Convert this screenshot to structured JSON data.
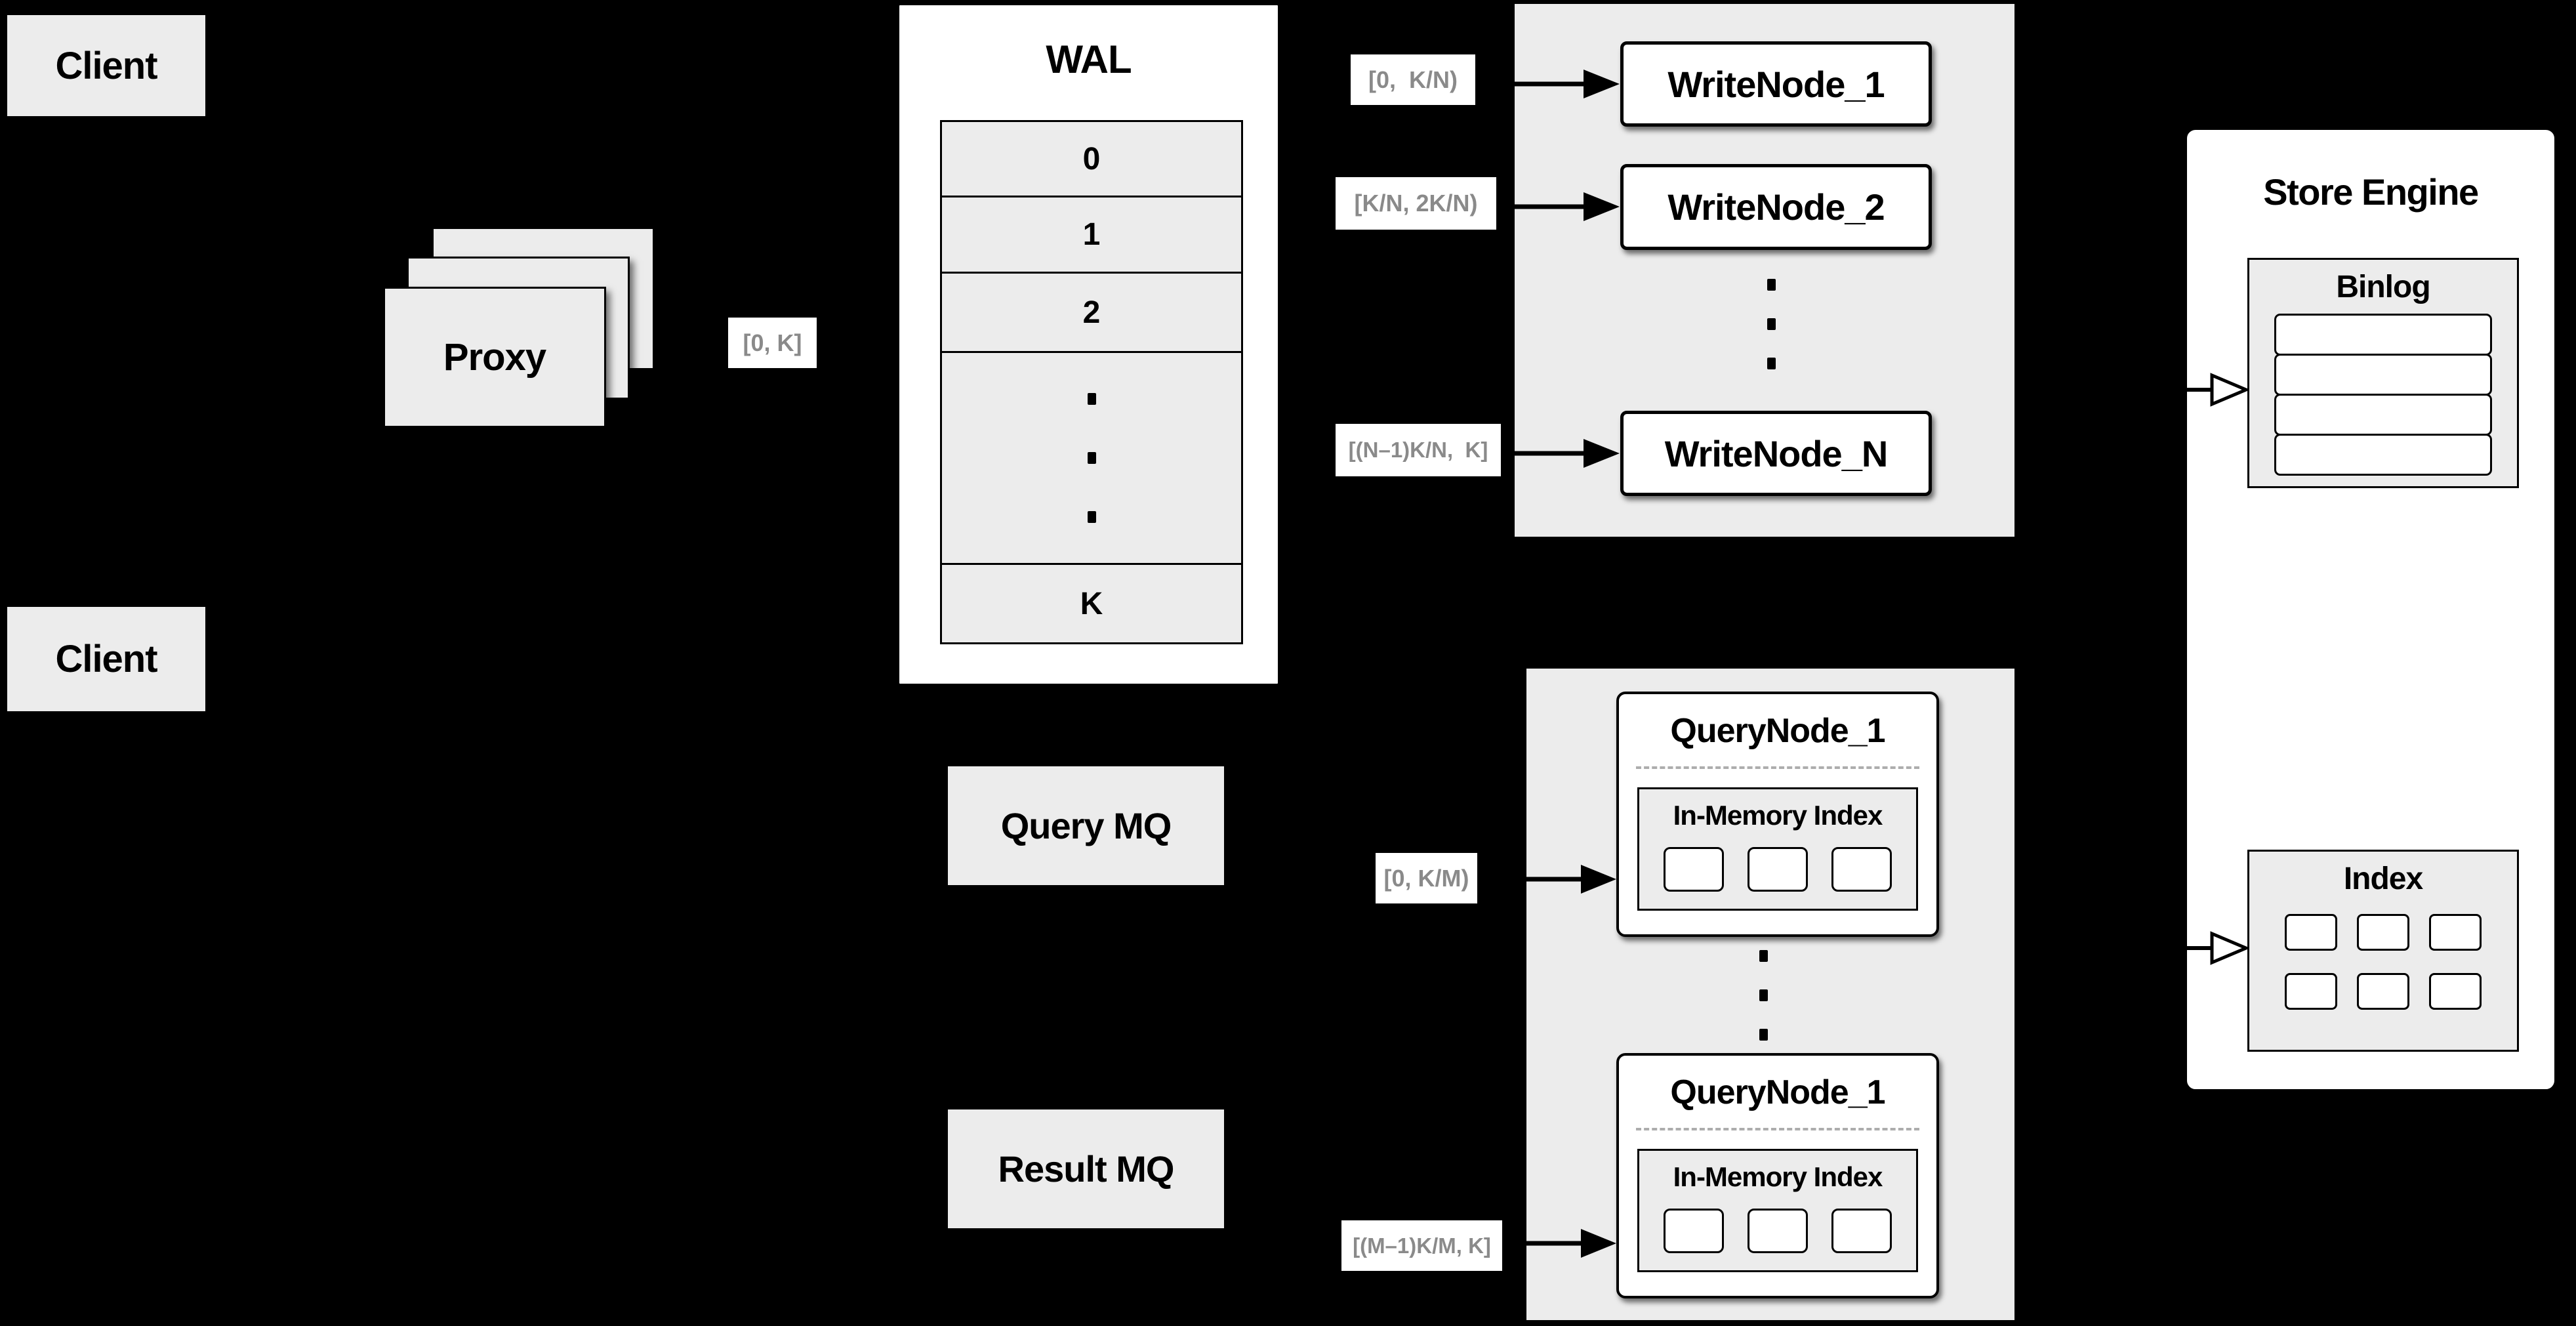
{
  "colors": {
    "background": "#000000",
    "box_fill": "#ececec",
    "box_border": "#000000",
    "node_fill": "#ffffff",
    "range_label_text": "#8a8a8a",
    "dashed_divider": "#adadad"
  },
  "clients": {
    "top": "Client",
    "bottom": "Client"
  },
  "proxy": {
    "label": "Proxy"
  },
  "ranges": {
    "proxy_out": "[0, K]",
    "write": [
      "[0,  K/N)",
      "[K/N, 2K/N)",
      "[(N–1)K/N,  K]"
    ],
    "query": [
      "[0, K/M)",
      "[(M–1)K/M, K]"
    ]
  },
  "wal": {
    "title": "WAL",
    "cells": [
      "0",
      "1",
      "2"
    ],
    "last_cell": "K"
  },
  "write_nodes": [
    "WriteNode_1",
    "WriteNode_2",
    "WriteNode_N"
  ],
  "query_nodes": {
    "top_title": "QueryNode_1",
    "bottom_title": "QueryNode_1",
    "inner_label": "In-Memory Index"
  },
  "mq": {
    "query": "Query MQ",
    "result": "Result MQ"
  },
  "store_engine": {
    "title": "Store Engine",
    "binlog": "Binlog",
    "index": "Index"
  }
}
